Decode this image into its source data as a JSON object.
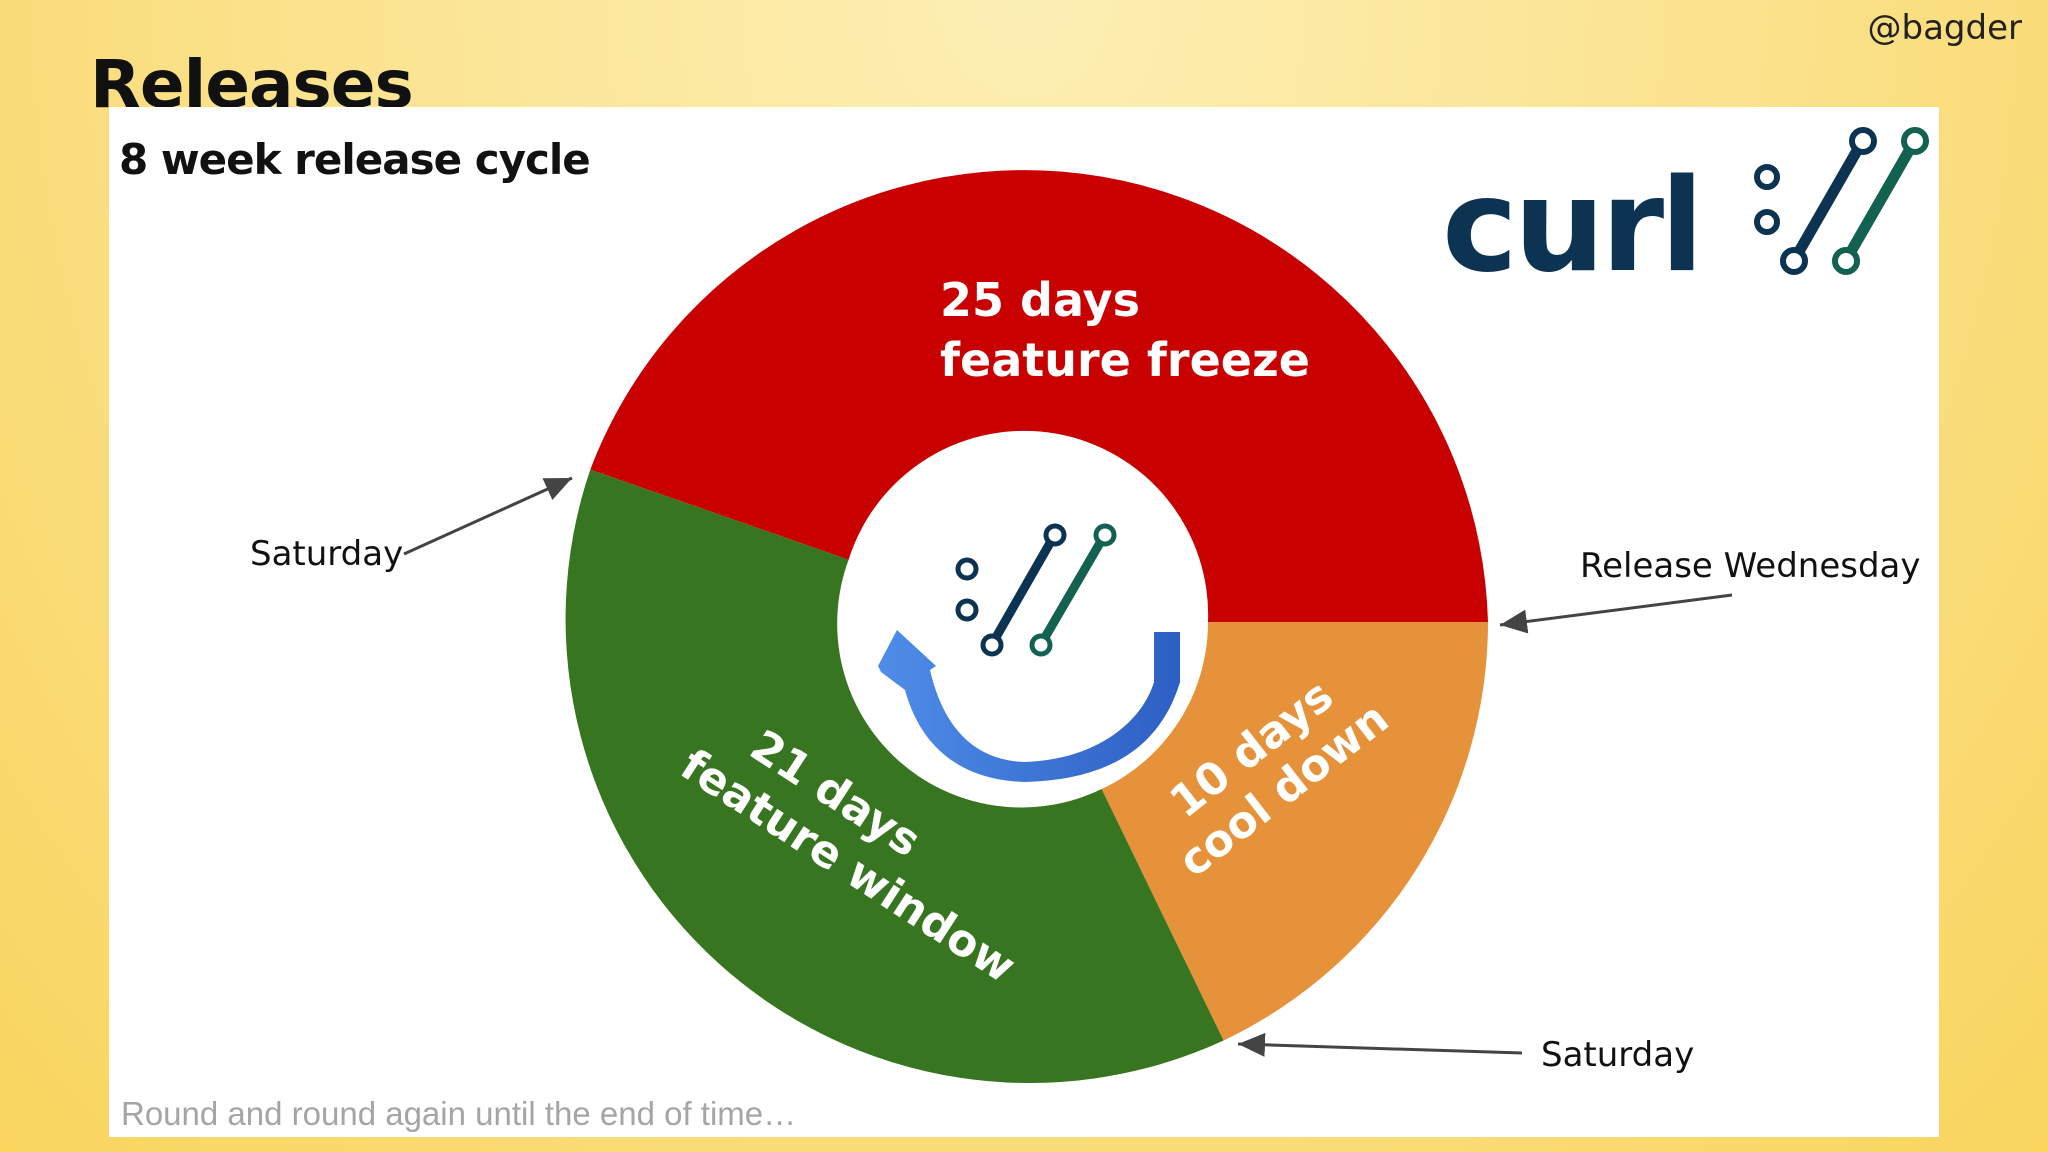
{
  "handle": "@bagder",
  "slide_title": "Releases",
  "heading": "8 week release cycle",
  "logo_text": "curl://",
  "segments": [
    {
      "days": "25 days",
      "label": "feature freeze",
      "color": "#c80000"
    },
    {
      "days": "10 days",
      "label": "cool down",
      "color": "#e5923a"
    },
    {
      "days": "21 days",
      "label": "feature window",
      "color": "#387520"
    }
  ],
  "annotations": {
    "saturday_left": "Saturday",
    "release": "Release Wednesday",
    "saturday_bottom": "Saturday"
  },
  "caption": "Round and round again until the end of time…",
  "colors": {
    "logo_dark": "#0c3452",
    "logo_green": "#136151",
    "arrow_blue": "#3f76d9"
  }
}
